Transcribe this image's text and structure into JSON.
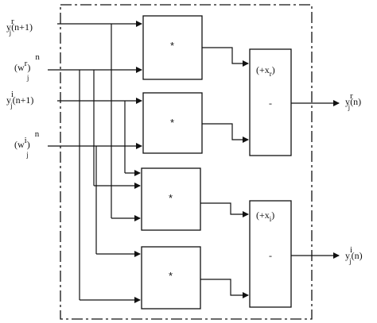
{
  "inputs": [
    {
      "base": "y",
      "sup": "r",
      "sub": "j",
      "suffix": "(n+1)"
    },
    {
      "base": "(w",
      "sup": "r",
      "suffix": ")",
      "sub": "j",
      "post_sup": "n"
    },
    {
      "base": "y",
      "sup": "i",
      "sub": "j",
      "suffix": "(n+1)"
    },
    {
      "base": "(w",
      "sup": "i",
      "suffix": ")",
      "sub": "j",
      "post_sup": "n"
    }
  ],
  "multipliers": [
    "*",
    "*",
    "*",
    "*"
  ],
  "combiners": [
    {
      "sign_label": "(+x",
      "sign_sub": "r",
      "sign_close": ")",
      "op": "-"
    },
    {
      "sign_label": "(+x",
      "sign_sub": "i",
      "sign_close": ")",
      "op": "-"
    }
  ],
  "outputs": [
    {
      "base": "y",
      "sup": "r",
      "sub": "j",
      "suffix": "(n)"
    },
    {
      "base": "y",
      "sup": "i",
      "sub": "j",
      "suffix": "(n)"
    }
  ]
}
